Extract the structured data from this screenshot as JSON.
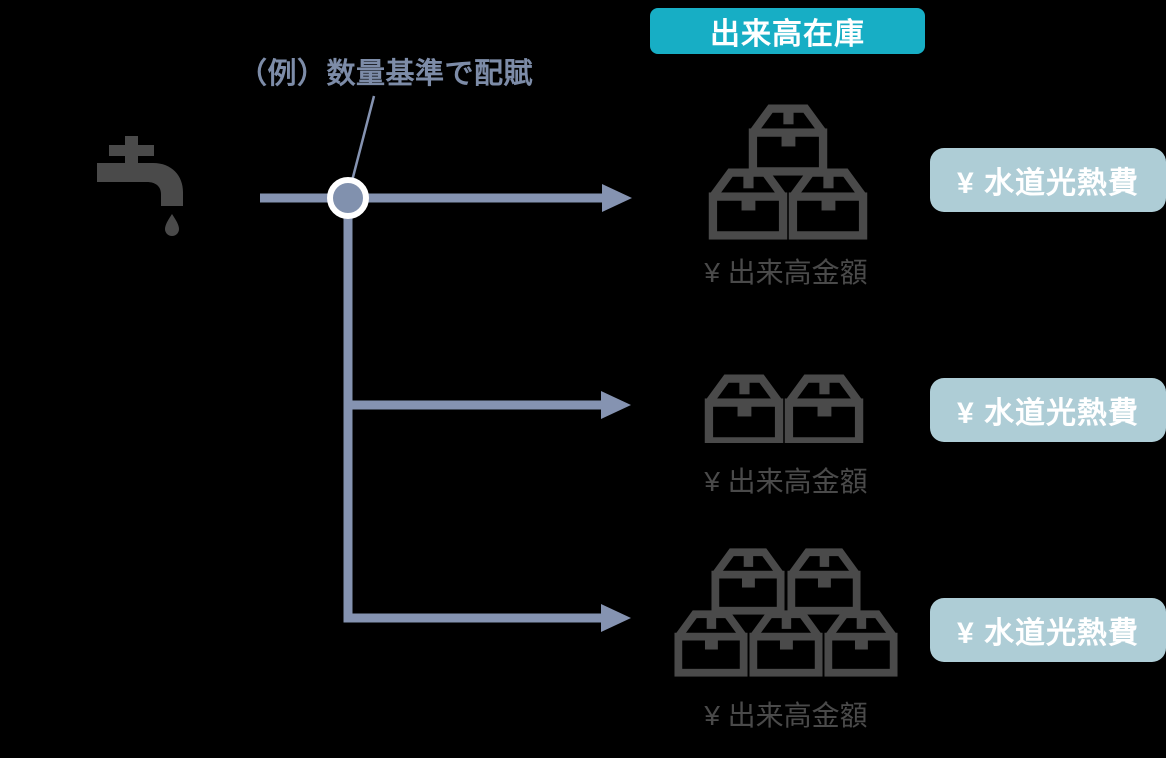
{
  "header": {
    "title": "出来高在庫"
  },
  "callout": {
    "label": "（例）数量基準で配賦"
  },
  "source": {
    "icon": "faucet-icon"
  },
  "rows": [
    {
      "box_count": 3,
      "icon": "package-boxes-icon",
      "amount": "¥ 出来高金額",
      "badge": "¥ 水道光熱費"
    },
    {
      "box_count": 2,
      "icon": "package-boxes-icon",
      "amount": "¥ 出来高金額",
      "badge": "¥ 水道光熱費"
    },
    {
      "box_count": 5,
      "icon": "package-boxes-icon",
      "amount": "¥ 出来高金額",
      "badge": "¥ 水道光熱費"
    }
  ],
  "colors": {
    "background": "#000000",
    "header_bg": "#17AEC5",
    "header_text": "#FFFFFF",
    "badge_bg": "#AECDD6",
    "badge_text": "#FFFFFF",
    "connector": "#8593B1",
    "node_fill": "#8191AE",
    "node_ring": "#FFFFFF",
    "callout_text": "#7D8CA8",
    "icon_dark": "#4A4A4A",
    "amount_text": "#4A4A4A"
  }
}
